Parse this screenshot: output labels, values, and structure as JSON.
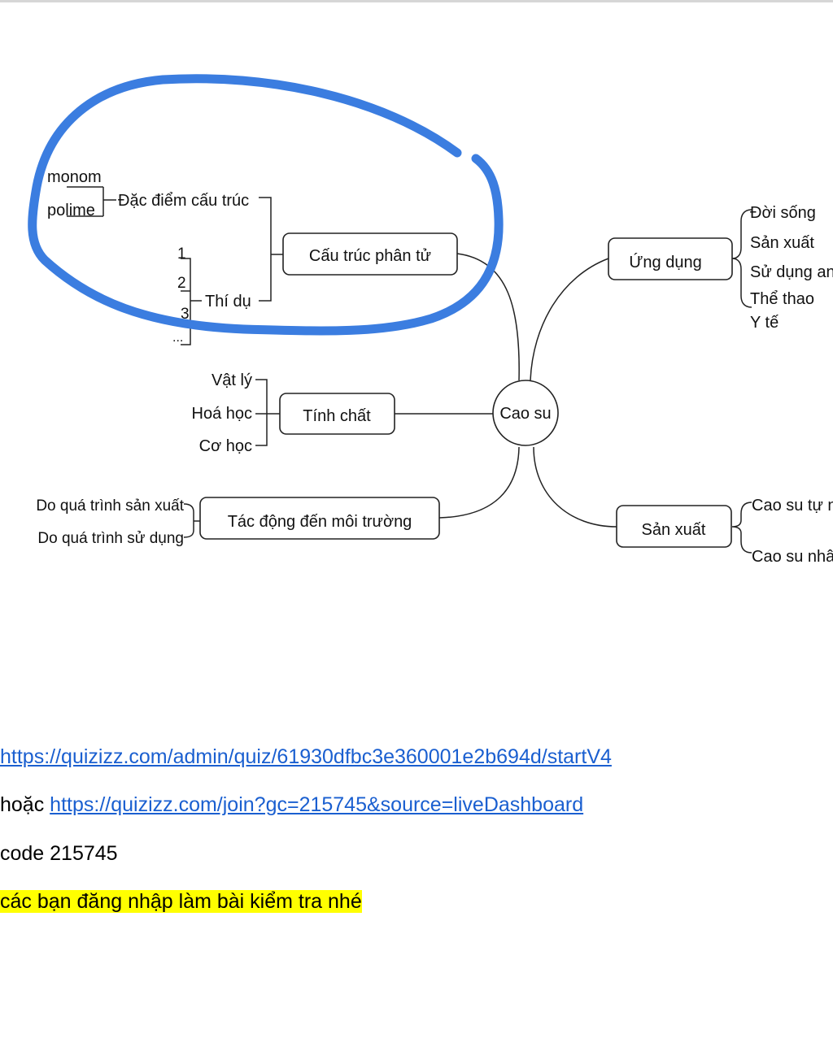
{
  "diagram": {
    "center": "Cao su",
    "branches": {
      "structure": {
        "label": "Cấu trúc phân tử",
        "features_label": "Đặc điểm cấu trúc",
        "features": [
          "monom",
          "polime"
        ],
        "examples_label": "Thí dụ",
        "examples": [
          "1",
          "2",
          "3",
          "..."
        ]
      },
      "properties": {
        "label": "Tính chất",
        "items": [
          "Vật lý",
          "Hoá học",
          "Cơ học"
        ]
      },
      "environment": {
        "label": "Tác động đến môi trường",
        "items": [
          "Do quá trình sản xuất",
          "Do quá trình sử dụng"
        ]
      },
      "applications": {
        "label": "Ứng dụng",
        "items": [
          "Đời sống",
          "Sản xuất",
          "Sử dụng an",
          "Thể thao",
          "Y tế"
        ]
      },
      "production": {
        "label": "Sản xuất",
        "items": [
          "Cao su tự n",
          "Cao su nhâ"
        ]
      }
    },
    "highlight_color": "#3b7de0"
  },
  "notes": {
    "link1": "https://quizizz.com/admin/quiz/61930dfbc3e360001e2b694d/startV4",
    "or_label": "hoặc",
    "link2": "https://quizizz.com/join?gc=215745&source=liveDashboard",
    "code_line": "code 215745",
    "highlight_text": "các bạn đăng nhập làm bài kiểm tra nhé"
  }
}
